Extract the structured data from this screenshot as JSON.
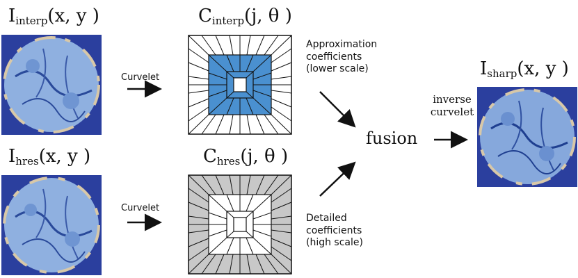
{
  "labels": {
    "i_interp": {
      "main": "I",
      "sub": "interp",
      "args": "(x, y )"
    },
    "i_hres": {
      "main": "I",
      "sub": "hres",
      "args": "(x, y )"
    },
    "c_interp": {
      "main": "C",
      "sub": "interp",
      "args": "(j, θ )"
    },
    "c_hres": {
      "main": "C",
      "sub": "hres",
      "args": "(j, θ )"
    },
    "i_sharp": {
      "main": "I",
      "sub": "sharp",
      "args": "(x, y )"
    }
  },
  "arrows": {
    "curvelet_top": "Curvelet",
    "curvelet_bottom": "Curvelet",
    "inverse_line1": "inverse",
    "inverse_line2": "curvelet"
  },
  "notes": {
    "approx_line1": "Approximation",
    "approx_line2": "coefficients",
    "approx_line3": "(lower scale)",
    "detail_line1": "Detailed",
    "detail_line2": "coefficients",
    "detail_line3": "(high scale)"
  },
  "fusion": "fusion",
  "colors": {
    "texture_bg": "#2b3f9e",
    "interp_fill": "#4a90d0",
    "hres_fill": "#c8c8c8",
    "line": "#111111"
  }
}
